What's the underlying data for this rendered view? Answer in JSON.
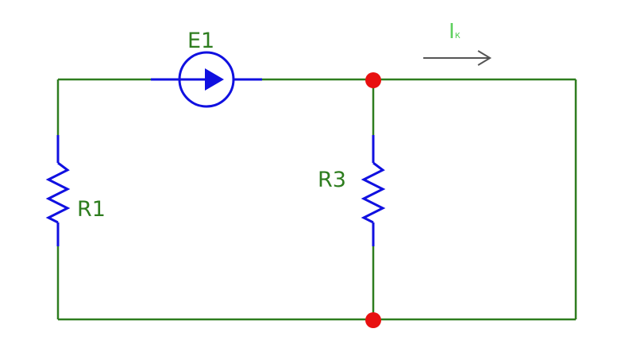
{
  "labels": {
    "source": "E1",
    "resistor_left": "R1",
    "resistor_mid": "R3",
    "current_main": "I",
    "current_sub": "к"
  },
  "colors": {
    "wire": "#2e7d1f",
    "component": "#1010e0",
    "label": "#2e7d1f",
    "node": "#e81010",
    "current_label": "#5ccf5c",
    "arrow": "#555555"
  }
}
